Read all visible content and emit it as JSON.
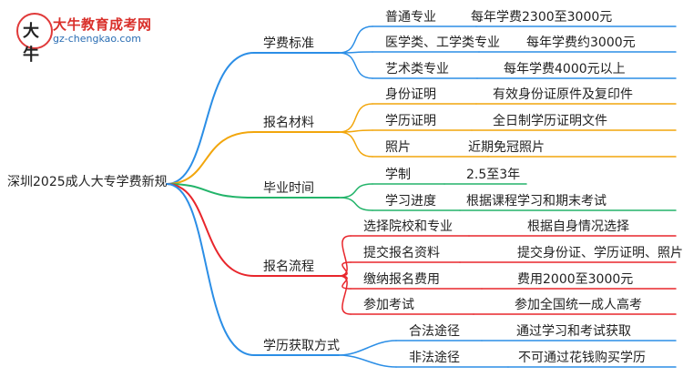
{
  "logo": {
    "mark_text": "大牛",
    "title": "大牛教育成考网",
    "url": "gz-chengkao.com",
    "brand_color": "#d9302b",
    "url_color": "#2a6db3"
  },
  "mindmap": {
    "root": "深圳2025成人大专学费新规",
    "branches": [
      {
        "label": "学费标准",
        "color": "#2b8ee6",
        "children": [
          {
            "label": "普通专业",
            "detail": "每年学费2300至3000元"
          },
          {
            "label": "医学类、工学类专业",
            "detail": "每年学费约3000元"
          },
          {
            "label": "艺术类专业",
            "detail": "每年学费4000元以上"
          }
        ]
      },
      {
        "label": "报名材料",
        "color": "#f2a60c",
        "children": [
          {
            "label": "身份证明",
            "detail": "有效身份证原件及复印件"
          },
          {
            "label": "学历证明",
            "detail": "全日制学历证明文件"
          },
          {
            "label": "照片",
            "detail": "近期免冠照片"
          }
        ]
      },
      {
        "label": "毕业时间",
        "color": "#23b46a",
        "children": [
          {
            "label": "学制",
            "detail": "2.5至3年"
          },
          {
            "label": "学习进度",
            "detail": "根据课程学习和期末考试"
          }
        ]
      },
      {
        "label": "报名流程",
        "color": "#e8262c",
        "children": [
          {
            "label": "选择院校和专业",
            "detail": "根据自身情况选择"
          },
          {
            "label": "提交报名资料",
            "detail": "提交身份证、学历证明、照片"
          },
          {
            "label": "缴纳报名费用",
            "detail": "费用2000至3000元"
          },
          {
            "label": "参加考试",
            "detail": "参加全国统一成人高考"
          }
        ]
      },
      {
        "label": "学历获取方式",
        "color": "#2b8ee6",
        "children": [
          {
            "label": "合法途径",
            "detail": "通过学习和考试获取"
          },
          {
            "label": "非法途径",
            "detail": "不可通过花钱购买学历"
          }
        ]
      }
    ]
  }
}
